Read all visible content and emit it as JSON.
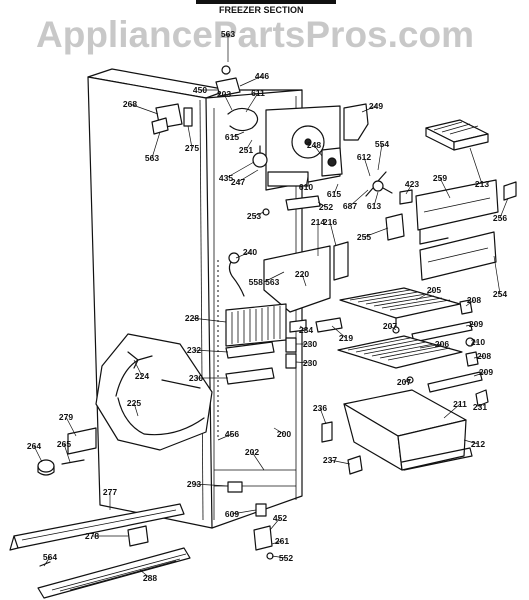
{
  "header": {
    "title": "FREEZER SECTION",
    "watermark": "AppliancePartsPros.com"
  },
  "parts": [
    {
      "id": "p563a",
      "num": "563"
    },
    {
      "id": "p446",
      "num": "446"
    },
    {
      "id": "p450",
      "num": "450"
    },
    {
      "id": "p203",
      "num": "203"
    },
    {
      "id": "p611",
      "num": "611"
    },
    {
      "id": "p249",
      "num": "249"
    },
    {
      "id": "p268",
      "num": "268"
    },
    {
      "id": "p563b",
      "num": "563"
    },
    {
      "id": "p275",
      "num": "275"
    },
    {
      "id": "p615a",
      "num": "615"
    },
    {
      "id": "p251",
      "num": "251"
    },
    {
      "id": "p248",
      "num": "248"
    },
    {
      "id": "p554",
      "num": "554"
    },
    {
      "id": "p612",
      "num": "612"
    },
    {
      "id": "p435",
      "num": "435"
    },
    {
      "id": "p247",
      "num": "247"
    },
    {
      "id": "p610",
      "num": "610"
    },
    {
      "id": "p615b",
      "num": "615"
    },
    {
      "id": "p687",
      "num": "687"
    },
    {
      "id": "p613",
      "num": "613"
    },
    {
      "id": "p423",
      "num": "423"
    },
    {
      "id": "p259",
      "num": "259"
    },
    {
      "id": "p213",
      "num": "213"
    },
    {
      "id": "p256",
      "num": "256"
    },
    {
      "id": "p252",
      "num": "252"
    },
    {
      "id": "p253",
      "num": "253"
    },
    {
      "id": "p214",
      "num": "214"
    },
    {
      "id": "p216",
      "num": "216"
    },
    {
      "id": "p255",
      "num": "255"
    },
    {
      "id": "p240",
      "num": "240"
    },
    {
      "id": "p558",
      "num": "558,563"
    },
    {
      "id": "p220",
      "num": "220"
    },
    {
      "id": "p254",
      "num": "254"
    },
    {
      "id": "p205",
      "num": "205"
    },
    {
      "id": "p208a",
      "num": "208"
    },
    {
      "id": "p228",
      "num": "228"
    },
    {
      "id": "p234",
      "num": "234"
    },
    {
      "id": "p207a",
      "num": "207"
    },
    {
      "id": "p209a",
      "num": "209"
    },
    {
      "id": "p230a",
      "num": "230"
    },
    {
      "id": "p219",
      "num": "219"
    },
    {
      "id": "p210",
      "num": "210"
    },
    {
      "id": "p232",
      "num": "232"
    },
    {
      "id": "p206",
      "num": "206"
    },
    {
      "id": "p208b",
      "num": "208"
    },
    {
      "id": "p230b",
      "num": "230"
    },
    {
      "id": "p224",
      "num": "224"
    },
    {
      "id": "p209b",
      "num": "209"
    },
    {
      "id": "p230c",
      "num": "230"
    },
    {
      "id": "p207b",
      "num": "207"
    },
    {
      "id": "p231",
      "num": "231"
    },
    {
      "id": "p225",
      "num": "225"
    },
    {
      "id": "p211",
      "num": "211"
    },
    {
      "id": "p279",
      "num": "279"
    },
    {
      "id": "p236",
      "num": "236"
    },
    {
      "id": "p264",
      "num": "264"
    },
    {
      "id": "p265",
      "num": "265"
    },
    {
      "id": "p456",
      "num": "456"
    },
    {
      "id": "p200",
      "num": "200"
    },
    {
      "id": "p212",
      "num": "212"
    },
    {
      "id": "p202",
      "num": "202"
    },
    {
      "id": "p237",
      "num": "237"
    },
    {
      "id": "p293",
      "num": "293"
    },
    {
      "id": "p277",
      "num": "277"
    },
    {
      "id": "p609",
      "num": "609"
    },
    {
      "id": "p452",
      "num": "452"
    },
    {
      "id": "p278",
      "num": "278"
    },
    {
      "id": "p261",
      "num": "261"
    },
    {
      "id": "p564",
      "num": "564"
    },
    {
      "id": "p552",
      "num": "552"
    },
    {
      "id": "p288",
      "num": "288"
    }
  ]
}
